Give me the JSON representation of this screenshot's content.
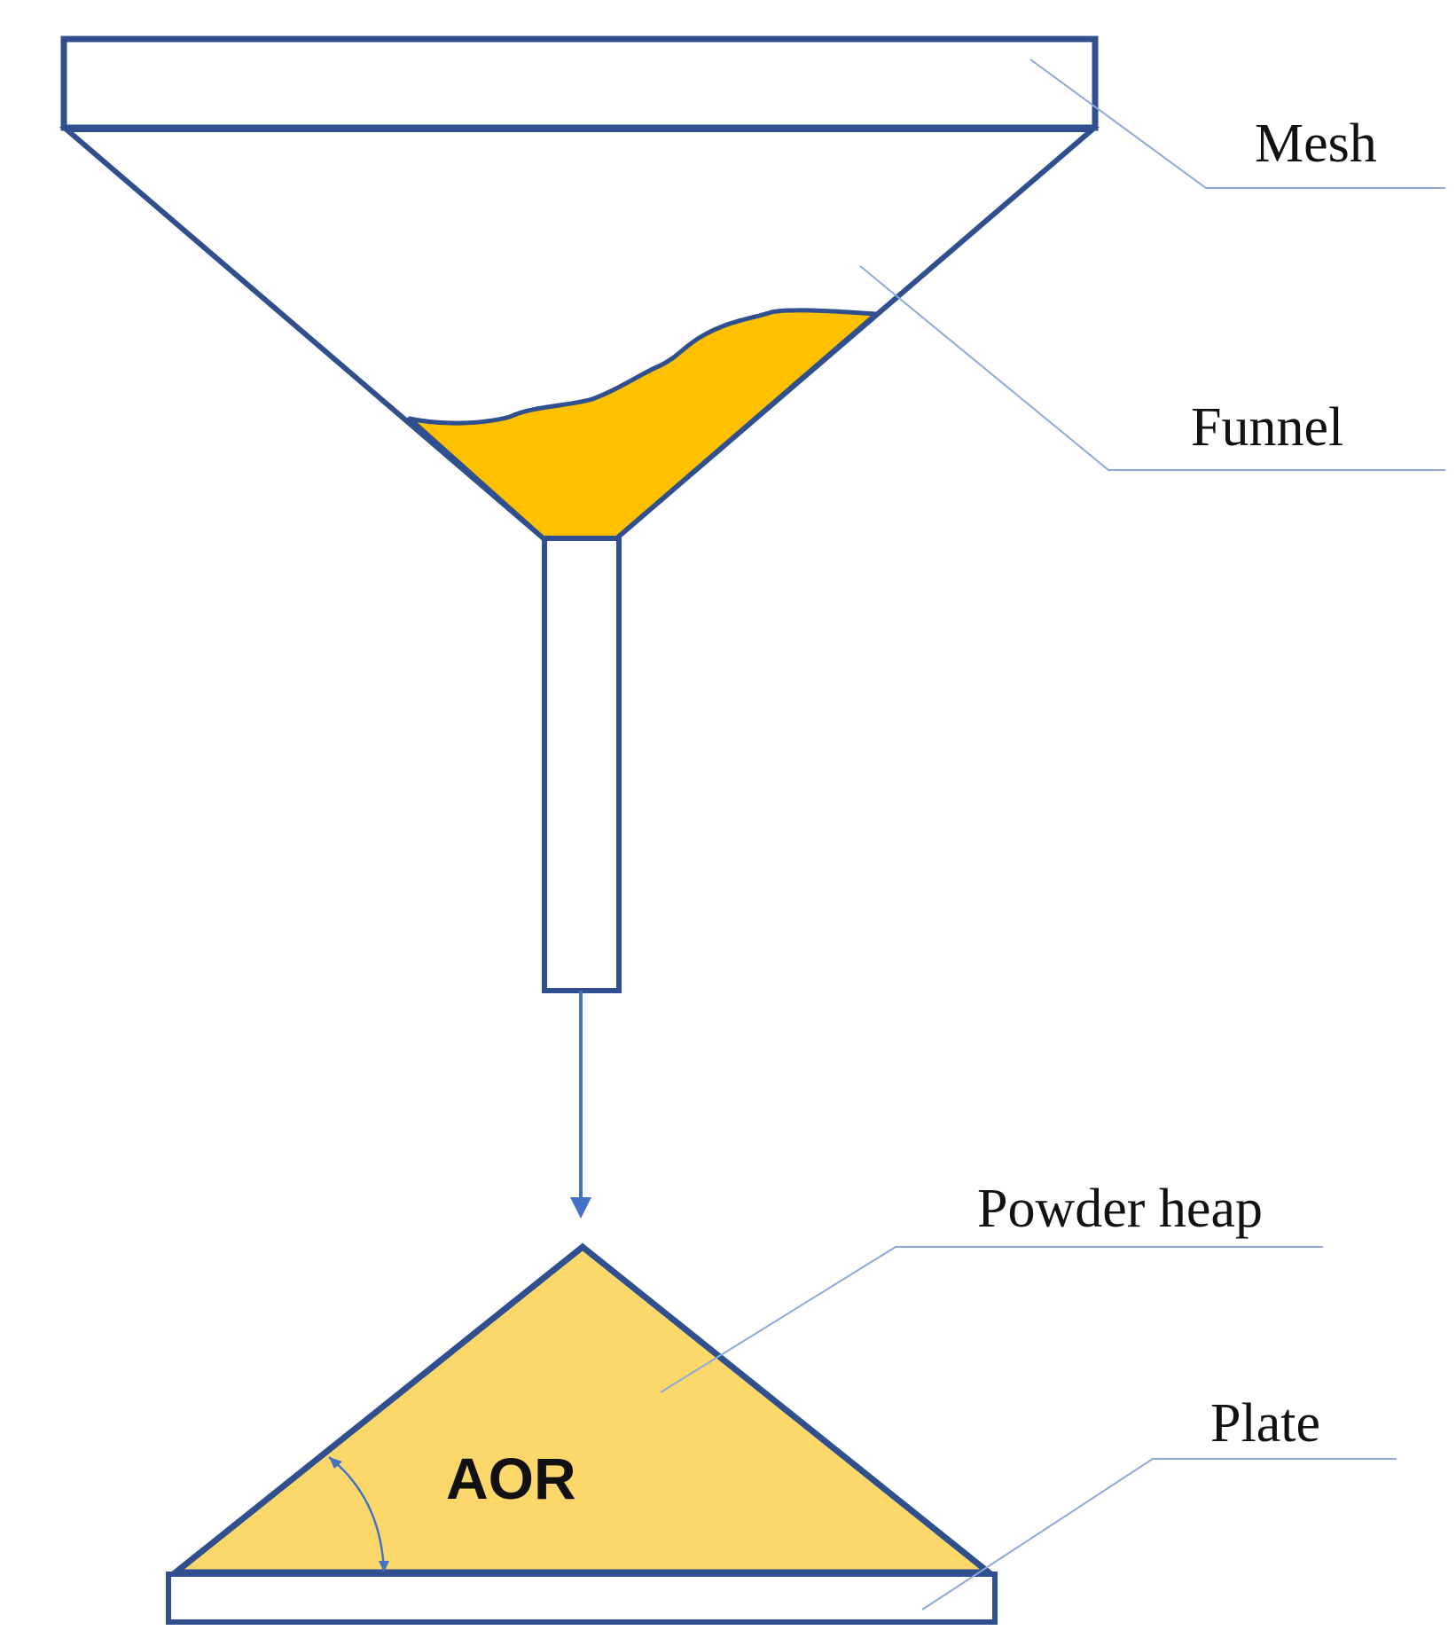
{
  "labels": {
    "mesh": "Mesh",
    "funnel": "Funnel",
    "powder_heap": "Powder heap",
    "plate": "Plate",
    "aor": "AOR"
  },
  "colors": {
    "outline": "#2F4F8F",
    "leader_line": "#8FA8DA",
    "arrow": "#4472C4",
    "powder_in_funnel": "#FFC000",
    "powder_heap": "#FCD86A",
    "background": "#FFFFFF"
  }
}
